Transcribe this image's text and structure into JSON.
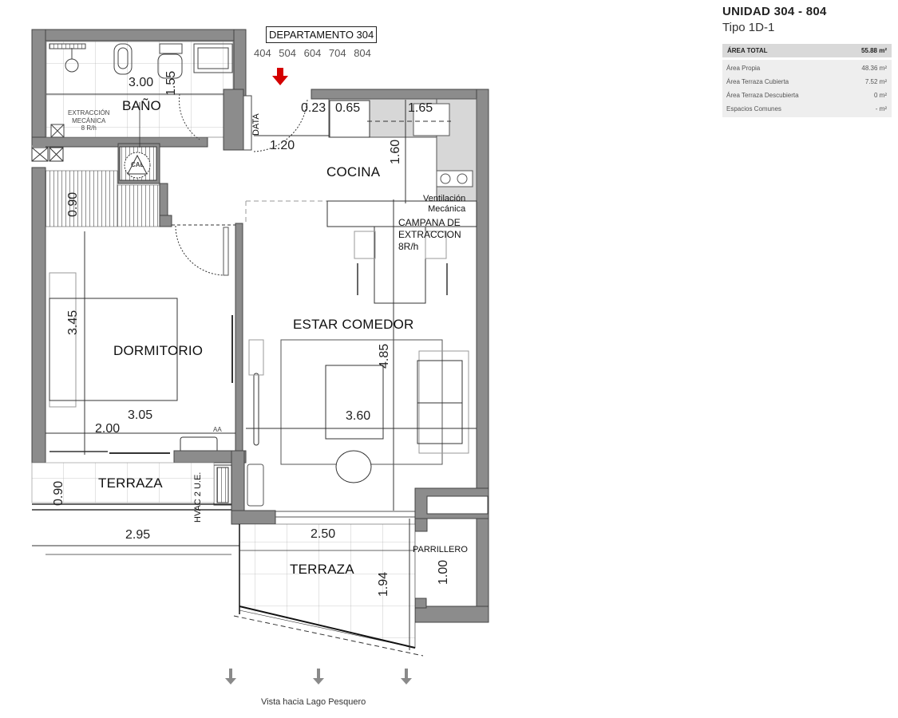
{
  "header": {
    "unit_title": "UNIDAD 304 - 804",
    "unit_type": "Tipo 1D-1"
  },
  "area_table": {
    "total": {
      "label": "ÁREA TOTAL",
      "value": "55.88 m²"
    },
    "rows": [
      {
        "label": "Área Propia",
        "value": "48.36 m²"
      },
      {
        "label": "Área Terraza Cubierta",
        "value": "7.52 m²"
      },
      {
        "label": "Área Terraza Descubierta",
        "value": "0 m²"
      },
      {
        "label": "Espacios Comunes",
        "value": "- m²"
      }
    ]
  },
  "plan": {
    "department_label": "DEPARTAMENTO 304",
    "floor_units": "404 504 604 704 804",
    "entry_arrow_color": "#d40000",
    "wall_color": "#8c8c8c",
    "rooms": {
      "bano": "BAÑO",
      "cocina": "COCINA",
      "dormitorio": "DORMITORIO",
      "estar_comedor": "ESTAR COMEDOR",
      "terraza_left": "TERRAZA",
      "terraza_main": "TERRAZA",
      "parrillero": "PARRILLERO"
    },
    "annotations": {
      "extraccion": [
        "EXTRACCIÓN",
        "MECÁNICA",
        "8 R/h"
      ],
      "data": "DATA",
      "cal": "CAL",
      "ventilacion": [
        "Ventilación",
        "Mecánica"
      ],
      "campana": [
        "CAMPANA DE",
        "EXTRACCION",
        "8R/h"
      ],
      "hvac": "HVAC 2 U.E.",
      "aa": "AA"
    },
    "dimensions": {
      "bano_width": "3.00",
      "bano_depth": "1.55",
      "kitchen_a": "0.23",
      "kitchen_b": "0.65",
      "kitchen_c": "1.65",
      "entry_width": "1.20",
      "kitchen_depth": "1.60",
      "closet_depth": "0.90",
      "dorm_depth": "3.45",
      "dorm_width_a": "2.00",
      "dorm_width_b": "3.05",
      "living_depth": "4.85",
      "living_width": "3.60",
      "terraza_left_depth": "0.90",
      "terraza_left_width": "2.95",
      "terraza_main_width": "2.50",
      "terraza_main_depth": "1.94",
      "parrillero_depth": "1.00"
    }
  },
  "footer": {
    "view_caption": "Vista hacia Lago Pesquero",
    "view_arrow_color": "#8a8a8a"
  }
}
